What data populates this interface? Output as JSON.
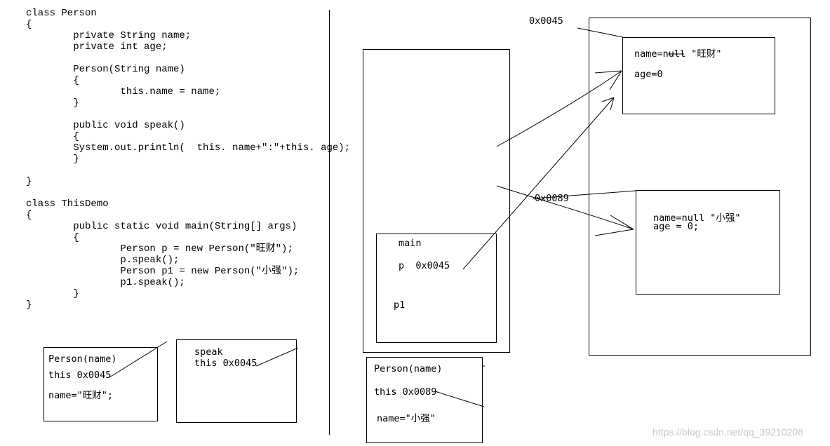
{
  "code_lines": [
    "class Person",
    "{",
    "        private String name;",
    "        private int age;",
    "",
    "        Person(String name)",
    "        {",
    "                this.name = name;",
    "        }",
    "",
    "        public void speak()",
    "        {",
    "        System.out.println(  this. name+\":\"+this. age);",
    "        }",
    "",
    "}",
    "",
    "class ThisDemo",
    "{",
    "        public static void main(String[] args)",
    "        {",
    "                Person p = new Person(\"旺财\");",
    "                p.speak();",
    "                Person p1 = new Person(\"小强\");",
    "                p1.speak();",
    "        }",
    "}"
  ],
  "frames": {
    "constructor_1": {
      "line1": "Person(name)",
      "line2": "this 0x0045",
      "line3": "name=\"旺财\";"
    },
    "speak": {
      "line1": "speak",
      "line2": "this 0x0045"
    },
    "constructor_2": {
      "line1": "Person(name)",
      "line2": "this 0x0089",
      "line3": "name=\"小强\""
    }
  },
  "stack": {
    "main_label": "main",
    "p_label": "p  0x0045",
    "p1_label": "p1"
  },
  "heap": {
    "obj1_address": "0x0045",
    "obj1_name": "name=null \"旺财\"",
    "obj1_age": "age=0",
    "obj2_address": "0x0089",
    "obj2_name": "name=null \"小强\"",
    "obj2_age": "age = 0;"
  },
  "watermark": "https://blog.csdn.net/qq_39210208"
}
